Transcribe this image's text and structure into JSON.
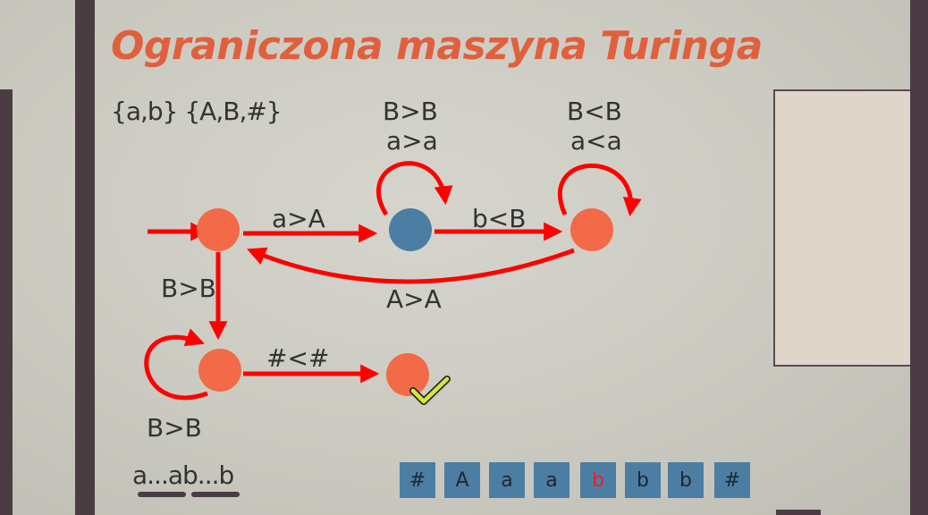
{
  "slide": {
    "title": "Ograniczona maszyna Turinga",
    "alphabet": "{a,b} {A,B,#}",
    "word": "a...ab...b"
  },
  "diagram": {
    "transitions": {
      "q0_q1": "a>A",
      "q1_q2": "b<B",
      "q2_q0": "A>A",
      "q0_q3": "B>B",
      "q3_q4": "#<#",
      "q1_loop_line1": "B>B",
      "q1_loop_line2": "a>a",
      "q2_loop_line1": "B<B",
      "q2_loop_line2": "a<a",
      "q3_loop": "B>B"
    }
  },
  "tape": {
    "cells": [
      "#",
      "A",
      "a",
      "a",
      "b",
      "b",
      "b",
      "#"
    ],
    "head_index": 4
  },
  "colors": {
    "title": "#e0603e",
    "state_orange": "#f26a47",
    "state_active": "#4c7ea3",
    "arrow_red": "#ff0000",
    "tape_cell": "#4c7ea3",
    "head_symbol": "#e8202a",
    "accept_check": "#d8e83a",
    "frame_dark": "#4b3c44"
  }
}
